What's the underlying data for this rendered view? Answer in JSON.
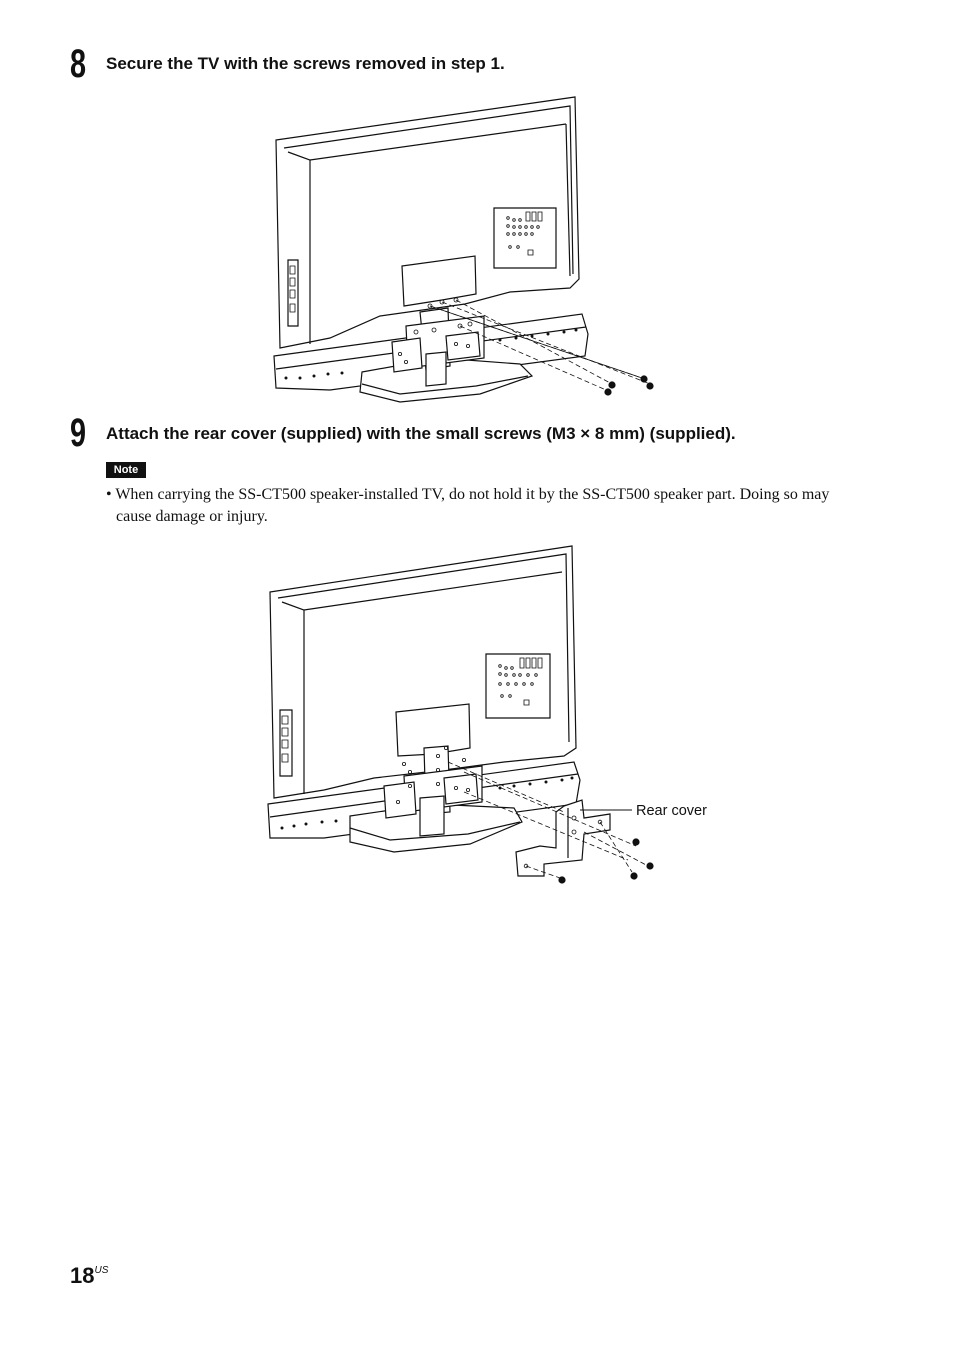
{
  "steps": [
    {
      "number": "8",
      "text": "Secure the TV with the screws removed in step 1."
    },
    {
      "number": "9",
      "text": "Attach the rear cover (supplied) with the small screws (M3 × 8 mm) (supplied)."
    }
  ],
  "note": {
    "badge": "Note",
    "text": "• When carrying the SS-CT500 speaker-installed TV, do not hold it by the SS-CT500 speaker part. Doing so may cause damage or injury."
  },
  "figure2": {
    "callout": "Rear cover"
  },
  "page": {
    "number": "18",
    "suffix": "US"
  }
}
